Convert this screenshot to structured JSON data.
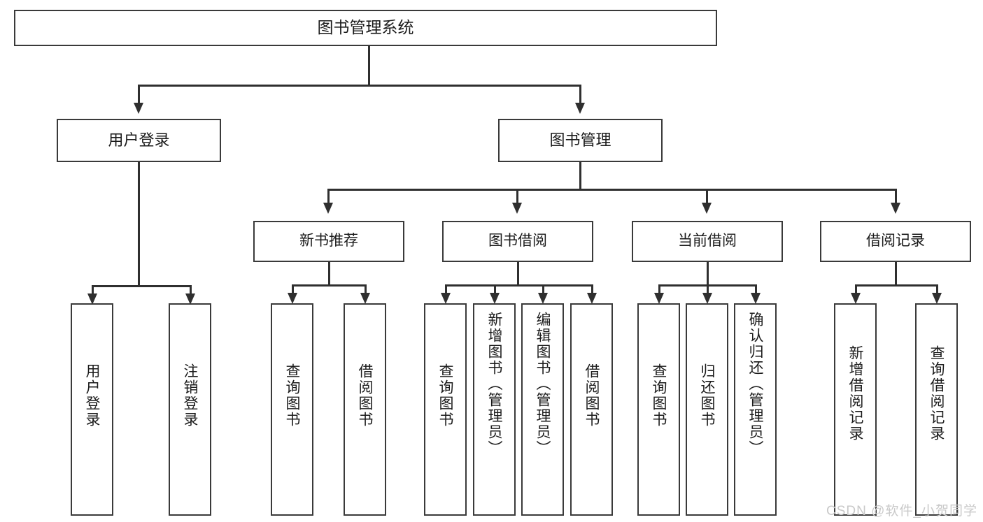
{
  "diagram": {
    "title": "图书管理系统",
    "type": "tree",
    "watermark": "CSDN @软件_小贺同学",
    "colors": {
      "border": "#3a3a3a",
      "connector": "#2f2f2f",
      "background": "#ffffff",
      "text": "#1b1b1b",
      "watermark": "#c9c9c9"
    },
    "root": {
      "label": "图书管理系统"
    },
    "level2": [
      {
        "label": "用户登录"
      },
      {
        "label": "图书管理"
      }
    ],
    "level3": [
      {
        "label": "新书推荐"
      },
      {
        "label": "图书借阅"
      },
      {
        "label": "当前借阅"
      },
      {
        "label": "借阅记录"
      }
    ],
    "leaves": {
      "user_login": [
        {
          "label": "用户登录"
        },
        {
          "label": "注销登录"
        }
      ],
      "new_book_recommend": [
        {
          "label": "查询图书"
        },
        {
          "label": "借阅图书"
        }
      ],
      "book_borrow": [
        {
          "label": "查询图书"
        },
        {
          "label": "新增图书（管理员）"
        },
        {
          "label": "编辑图书（管理员）"
        },
        {
          "label": "借阅图书"
        }
      ],
      "current_borrow": [
        {
          "label": "查询图书"
        },
        {
          "label": "归还图书"
        },
        {
          "label": "确认归还（管理员）"
        }
      ],
      "borrow_record": [
        {
          "label": "新增借阅记录"
        },
        {
          "label": "查询借阅记录"
        }
      ]
    }
  }
}
